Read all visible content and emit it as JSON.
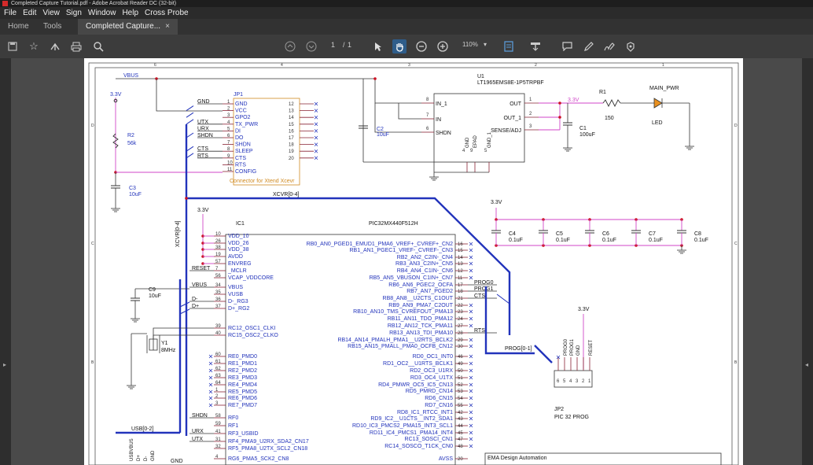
{
  "window": {
    "title": "Completed Capture Tutorial.pdf - Adobe Acrobat Reader DC (32-bit)"
  },
  "menu": [
    "File",
    "Edit",
    "View",
    "Sign",
    "Window",
    "Help",
    "Cross Probe"
  ],
  "tabs": {
    "home": "Home",
    "tools": "Tools",
    "document": "Completed Capture...",
    "close": "×"
  },
  "toolbar": {
    "page_current": "1",
    "page_sep": "/",
    "page_total": "1",
    "zoom": "110%"
  },
  "schematic": {
    "border_cols": [
      "6",
      "4",
      "3",
      "2",
      "1"
    ],
    "border_rows": [
      "D",
      "C",
      "B"
    ],
    "nets": {
      "vbus": "VBUS",
      "v33": "3.3V",
      "xcvr": "XCVR[0-4]",
      "xcvr_v": "XCVR[0-4]",
      "prog": "PROG[0-1]",
      "usb": "USB[0-2]",
      "main_pwr": "MAIN_PWR",
      "gnd": "GND"
    },
    "jp1": {
      "ref": "JP1",
      "desc": "Connector for Xtend Xcevr",
      "left_pins": [
        {
          "num": "1",
          "name": "GND"
        },
        {
          "num": "2",
          "name": "VCC"
        },
        {
          "num": "3",
          "name": "GPO2"
        },
        {
          "num": "4",
          "name": "TX_PWR"
        },
        {
          "num": "5",
          "name": "DI"
        },
        {
          "num": "6",
          "name": "DO"
        },
        {
          "num": "7",
          "name": "SHDN"
        },
        {
          "num": "8",
          "name": "SLEEP"
        },
        {
          "num": "9",
          "name": "CTS"
        },
        {
          "num": "10",
          "name": "RTS"
        },
        {
          "num": "11",
          "name": "CONFIG"
        }
      ],
      "right_pins": [
        "12",
        "13",
        "14",
        "15",
        "16",
        "17",
        "18",
        "19",
        "20"
      ],
      "net_labels": [
        {
          "row": 0,
          "text": "GND"
        },
        {
          "row": 3,
          "text": "UTX"
        },
        {
          "row": 4,
          "text": "URX"
        },
        {
          "row": 5,
          "text": "SHDN"
        },
        {
          "row": 7,
          "text": "CTS"
        },
        {
          "row": 8,
          "text": "RTS"
        }
      ]
    },
    "u1": {
      "ref": "U1",
      "part": "LT1965EMS8E-1P5TRPBF",
      "left_pins": [
        {
          "num": "8",
          "name": "IN_1"
        },
        {
          "num": "7",
          "name": "IN"
        },
        {
          "num": "6",
          "name": "SHDN"
        }
      ],
      "right_pins": [
        {
          "num": "1",
          "name": "OUT"
        },
        {
          "num": "2",
          "name": "OUT_1"
        },
        {
          "num": "3",
          "name": "SENSE/ADJ"
        }
      ],
      "bottom_pins": [
        {
          "num": "4",
          "name": "GND"
        },
        {
          "num": "9",
          "name": "EPAD"
        },
        {
          "num": "5",
          "name": "GND_1"
        }
      ]
    },
    "passives": {
      "r1": {
        "ref": "R1",
        "value": "150"
      },
      "r2": {
        "ref": "R2",
        "value": "56k"
      },
      "c1": {
        "ref": "C1",
        "value": "100uF"
      },
      "c2": {
        "ref": "C2",
        "value": "10uF"
      },
      "c3": {
        "ref": "C3",
        "value": "10uF"
      },
      "c4": {
        "ref": "C4",
        "value": "0.1uF"
      },
      "c5": {
        "ref": "C5",
        "value": "0.1uF"
      },
      "c6": {
        "ref": "C6",
        "value": "0.1uF"
      },
      "c7": {
        "ref": "C7",
        "value": "0.1uF"
      },
      "c8": {
        "ref": "C8",
        "value": "0.1uF"
      },
      "c9": {
        "ref": "C9",
        "value": "10uF"
      },
      "led": {
        "ref": "LED"
      },
      "y1": {
        "ref": "Y1",
        "value": "8MHz"
      }
    },
    "ic1": {
      "ref": "IC1",
      "part": "PIC32MX440F512H",
      "left_pins": [
        {
          "num": "10",
          "name": "VDD_10"
        },
        {
          "num": "26",
          "name": "VDD_26"
        },
        {
          "num": "38",
          "name": "VDD_38"
        },
        {
          "num": "19",
          "name": "AVDD"
        },
        {
          "num": "57",
          "name": "ENVREG"
        },
        {
          "num": "7",
          "name": "_MCLR"
        },
        {
          "num": "56",
          "name": "VCAP_VDDCORE"
        },
        {
          "num": "34",
          "name": "VBUS"
        },
        {
          "num": "35",
          "name": "VUSB"
        },
        {
          "num": "36",
          "name": "D-_RG3"
        },
        {
          "num": "37",
          "name": "D+_RG2"
        },
        {
          "num": "39",
          "name": "RC12_OSC1_CLKI"
        },
        {
          "num": "40",
          "name": "RC15_OSC2_CLKO"
        },
        {
          "num": "60",
          "name": "RE0_PMD0"
        },
        {
          "num": "61",
          "name": "RE1_PMD1"
        },
        {
          "num": "62",
          "name": "RE2_PMD2"
        },
        {
          "num": "63",
          "name": "RE3_PMD3"
        },
        {
          "num": "64",
          "name": "RE4_PMD4"
        },
        {
          "num": "1",
          "name": "RE5_PMD5"
        },
        {
          "num": "2",
          "name": "RE6_PMD6"
        },
        {
          "num": "3",
          "name": "RE7_PMD7"
        },
        {
          "num": "58",
          "name": "RF0"
        },
        {
          "num": "59",
          "name": "RF1"
        },
        {
          "num": "41",
          "name": "RF3_USBID"
        },
        {
          "num": "31",
          "name": "RF4_PMA9_U2RX_SDA2_CN17"
        },
        {
          "num": "32",
          "name": "RF5_PMA8_U2TX_SCL2_CN18"
        },
        {
          "num": "4",
          "name": "RG6_PMA5_SCK2_CN8"
        }
      ],
      "right_pins": [
        {
          "num": "16",
          "name": "RB0_AN0_PGED1_EMUD1_PMA6_VREF+_CVREF+_CN2"
        },
        {
          "num": "15",
          "name": "RB1_AN1_PGEC1_VREF-_CVREF-_CN3"
        },
        {
          "num": "14",
          "name": "RB2_AN2_C2IN-_CN4"
        },
        {
          "num": "13",
          "name": "RB3_AN3_C2IN+_CN5"
        },
        {
          "num": "12",
          "name": "RB4_AN4_C1IN-_CN6"
        },
        {
          "num": "11",
          "name": "RB5_AN5_VBUSON_C1IN+_CN7"
        },
        {
          "num": "17",
          "name": "RB6_AN6_PGEC2_OCFA"
        },
        {
          "num": "18",
          "name": "RB7_AN7_PGED2"
        },
        {
          "num": "21",
          "name": "RB8_AN8__U2CTS_C1OUT"
        },
        {
          "num": "22",
          "name": "RB9_AN9_PMA7_C2OUT"
        },
        {
          "num": "23",
          "name": "RB10_AN10_TMS_CVREFOUT_PMA13"
        },
        {
          "num": "24",
          "name": "RB11_AN11_TDO_PMA12"
        },
        {
          "num": "27",
          "name": "RB12_AN12_TCK_PMA11"
        },
        {
          "num": "28",
          "name": "RB13_AN13_TDI_PMA10"
        },
        {
          "num": "29",
          "name": "RB14_AN14_PMALH_PMA1__U2RTS_BCLK2"
        },
        {
          "num": "30",
          "name": "RB15_AN15_PMALL_PMA0_OCFB_CN12"
        },
        {
          "num": "46",
          "name": "RD0_OC1_INT0"
        },
        {
          "num": "49",
          "name": "RD1_OC2__U1RTS_BCLK1"
        },
        {
          "num": "50",
          "name": "RD2_OC3_U1RX"
        },
        {
          "num": "51",
          "name": "RD3_OC4_U1TX"
        },
        {
          "num": "52",
          "name": "RD4_PMWR_OC5_IC5_CN13"
        },
        {
          "num": "53",
          "name": "RD5_PMRD_CN14"
        },
        {
          "num": "54",
          "name": "RD6_CN15"
        },
        {
          "num": "55",
          "name": "RD7_CN16"
        },
        {
          "num": "42",
          "name": "RD8_IC1_RTCC_INT1"
        },
        {
          "num": "43",
          "name": "RD9_IC2__U1CTS__INT2_SDA1"
        },
        {
          "num": "44",
          "name": "RD10_IC3_PMCS2_PMA15_INT3_SCL1"
        },
        {
          "num": "45",
          "name": "RD11_IC4_PMCS1_PMA14_INT4"
        },
        {
          "num": "47",
          "name": "RC13_SOSCI_CN1"
        },
        {
          "num": "48",
          "name": "RC14_SOSCO_T1CK_CN0"
        },
        {
          "num": "20",
          "name": "AVSS"
        }
      ],
      "left_nets": [
        {
          "row": 5,
          "text": "RESET"
        },
        {
          "row": 7,
          "text": "VBUS"
        },
        {
          "row": 9,
          "text": "D-"
        },
        {
          "row": 10,
          "text": "D+"
        },
        {
          "row": 21,
          "text": "SHDN"
        },
        {
          "row": 23,
          "text": "URX"
        },
        {
          "row": 24,
          "text": "UTX"
        }
      ],
      "right_nets": [
        {
          "row": 6,
          "text": "PROG0"
        },
        {
          "row": 7,
          "text": "PROG1"
        },
        {
          "row": 8,
          "text": "CTS"
        },
        {
          "row": 13,
          "text": "RTS"
        }
      ]
    },
    "jp2": {
      "ref": "JP2",
      "desc": "PIC 32 PROG",
      "pins": [
        "6",
        "5",
        "4",
        "3",
        "2",
        "1"
      ],
      "pin_nets": [
        "PROG0",
        "PROG1",
        "GND",
        "",
        "RESET"
      ]
    },
    "usb_bus": [
      "USBVBUS",
      "D+",
      "D-",
      "GND"
    ],
    "title_block": "EMA Design Automation"
  }
}
